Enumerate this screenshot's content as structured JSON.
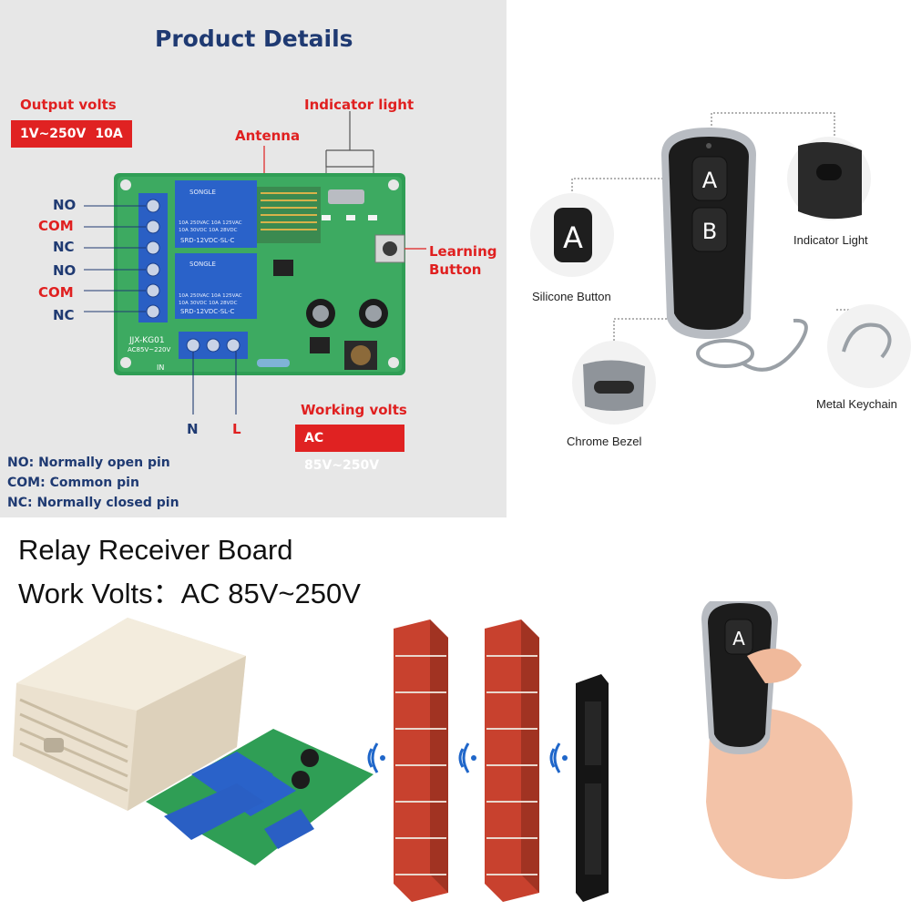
{
  "details": {
    "title": "Product Details",
    "output_volts_label": "Output volts",
    "output_volts_value": "1V~250V",
    "output_current": "10A",
    "antenna": "Antenna",
    "indicator_light": "Indicator light",
    "learning_button_line1": "Learning",
    "learning_button_line2": "Button",
    "working_volts_label": "Working volts",
    "working_volts_value": "AC 85V~250V",
    "terminal_n": "N",
    "terminal_l": "L",
    "pins": [
      "NO",
      "COM",
      "NC",
      "NO",
      "COM",
      "NC"
    ],
    "board_model": "JJX-KG01",
    "board_voltage": "AC85V~220V",
    "board_in": "IN",
    "relay_brand": "SONGLE",
    "relay_model": "SRD-12VDC-SL-C",
    "relay_rating1": "10A 250VAC  10A 125VAC",
    "relay_rating2": "10A  30VDC  10A  28VDC",
    "legend": [
      {
        "key": "NO:",
        "text": "Normally open pin"
      },
      {
        "key": "COM:",
        "text": "Common pin"
      },
      {
        "key": "NC:",
        "text": "Normally closed pin"
      }
    ]
  },
  "remote": {
    "silicone_button": "Silicone Button",
    "indicator_light": "Indicator Light",
    "chrome_bezel": "Chrome Bezel",
    "metal_keychain": "Metal Keychain",
    "button_a": "A",
    "button_b": "B"
  },
  "receiver": {
    "title_line1": "Relay Receiver Board",
    "title_line2": "Work Volts：AC 85V~250V",
    "hand_button": "A"
  },
  "colors": {
    "accent_red": "#e02222",
    "title_blue": "#1f3a72",
    "board_green": "#2f9e55",
    "relay_blue": "#2a62c9",
    "brick_red": "#c8412e"
  }
}
